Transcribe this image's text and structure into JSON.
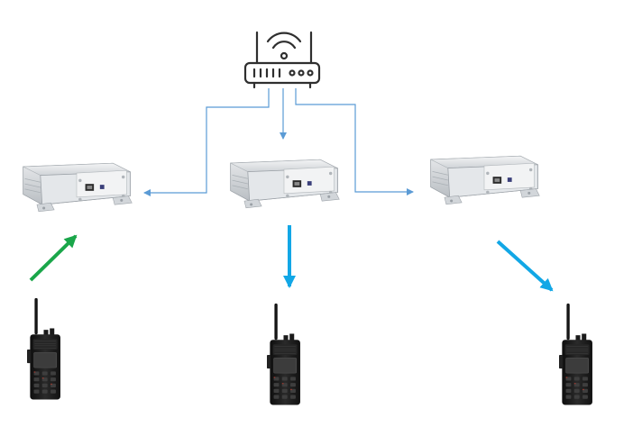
{
  "diagram": {
    "nodes": [
      {
        "id": "router",
        "type": "wifi-router-icon"
      },
      {
        "id": "gateway-left",
        "type": "radio-gateway-box"
      },
      {
        "id": "gateway-center",
        "type": "radio-gateway-box"
      },
      {
        "id": "gateway-right",
        "type": "radio-gateway-box"
      },
      {
        "id": "radio-left",
        "type": "walkie-talkie"
      },
      {
        "id": "radio-center",
        "type": "walkie-talkie"
      },
      {
        "id": "radio-right",
        "type": "walkie-talkie"
      }
    ],
    "edges": [
      {
        "from": "router",
        "to": "gateway-left",
        "style": "thin",
        "color": "#5b9bd5"
      },
      {
        "from": "router",
        "to": "gateway-center",
        "style": "thin",
        "color": "#5b9bd5"
      },
      {
        "from": "router",
        "to": "gateway-right",
        "style": "thin",
        "color": "#5b9bd5"
      },
      {
        "from": "radio-left",
        "to": "gateway-left",
        "style": "thick",
        "color": "#1aa64a"
      },
      {
        "from": "gateway-center",
        "to": "radio-center",
        "style": "thick",
        "color": "#12a7e6"
      },
      {
        "from": "gateway-right",
        "to": "radio-right",
        "style": "thick",
        "color": "#12a7e6"
      }
    ]
  },
  "colors": {
    "link": "#5b9bd5",
    "uplink": "#1aa64a",
    "downlink": "#12a7e6",
    "router_stroke": "#2f2f2f",
    "box_body": "#dcdfe2",
    "radio_body": "#1c1c1c"
  }
}
